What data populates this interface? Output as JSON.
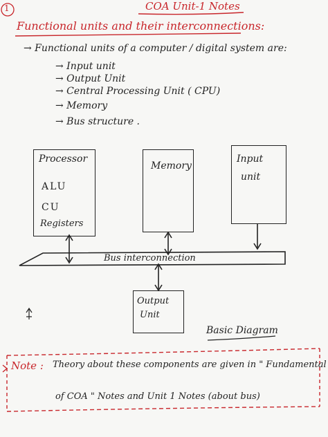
{
  "page_number": "1",
  "header": {
    "title": "COA Unit-1 Notes"
  },
  "heading": "Functional units and their interconnections:",
  "intro": "→ Functional units of a computer / digital system are:",
  "units_list": [
    "→ Input unit",
    "→ Output Unit",
    "→ Central Processing Unit ( CPU)",
    "→ Memory",
    "→ Bus structure ."
  ],
  "diagram": {
    "processor": {
      "title": "Processor",
      "alu": "ALU",
      "cu": "CU",
      "registers": "Registers"
    },
    "memory": "Memory",
    "input": [
      "Input",
      "unit"
    ],
    "bus": "Bus interconnection",
    "output": [
      "Output",
      "Unit"
    ],
    "caption": "Basic Diagram"
  },
  "note": {
    "label": "Note :",
    "line1": "Theory about these components are given in \" Fundamental",
    "line2": "of COA \" Notes and Unit 1 Notes (about bus)"
  },
  "colors": {
    "ink_red": "#c8262b",
    "ink_dark": "#222222",
    "paper": "#f7f7f5"
  }
}
